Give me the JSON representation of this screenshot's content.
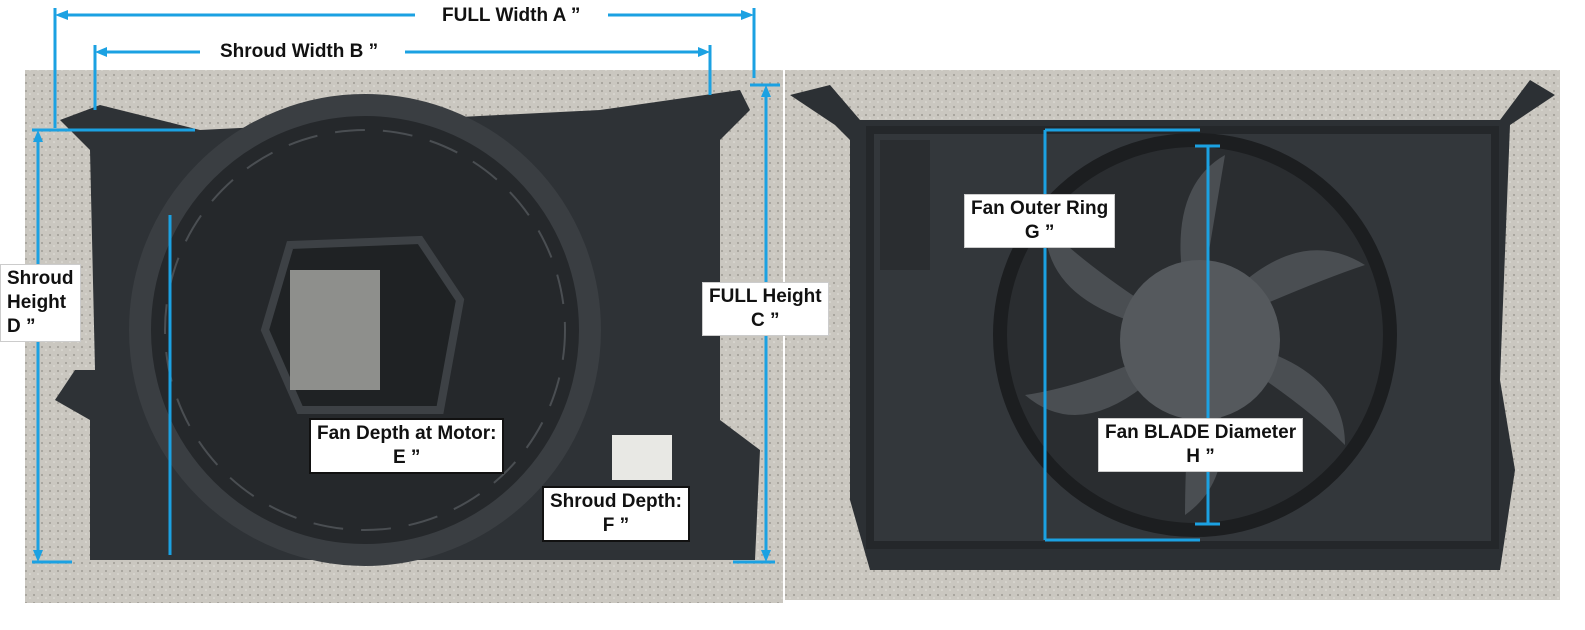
{
  "labels": {
    "full_width": "FULL Width A ”",
    "shroud_width": "Shroud Width B ”",
    "shroud_height_1": "Shroud",
    "shroud_height_2": "Height",
    "shroud_height_3": "D ”",
    "full_height_1": "FULL Height",
    "full_height_2": "C ”",
    "fan_depth_1": "Fan Depth at Motor:",
    "fan_depth_2": "E ”",
    "shroud_depth_1": "Shroud Depth:",
    "shroud_depth_2": "F ”",
    "outer_ring_1": "Fan Outer Ring",
    "outer_ring_2": "G ”",
    "blade_1": "Fan BLADE Diameter",
    "blade_2": "H ”"
  },
  "colors": {
    "dimension_line": "#1ba1e2",
    "shroud": "#2e3236",
    "concrete": "#c9c6bf"
  }
}
